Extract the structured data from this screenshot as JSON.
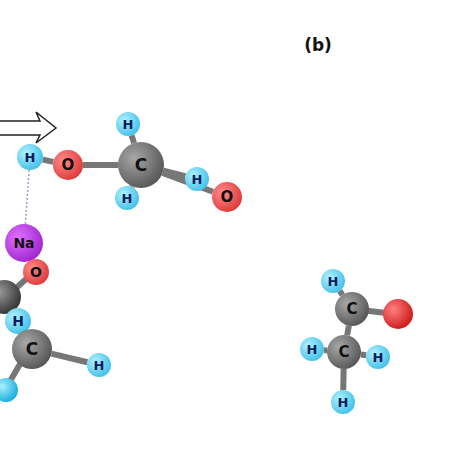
{
  "diagram": {
    "nodes": [
      {
        "text": [
          "H"
        ]
      },
      {
        "text": [
          "O"
        ]
      },
      {
        "text": [
          "C"
        ]
      },
      {
        "text": [
          "H"
        ]
      },
      {
        "text": [
          "H"
        ]
      },
      {
        "text": [
          "H"
        ]
      },
      {
        "text": [
          "O"
        ]
      },
      {
        "text": [
          "Na"
        ]
      },
      {
        "text": [
          "O"
        ]
      },
      {
        "text": [
          "H"
        ]
      },
      {
        "text": [
          "C"
        ]
      },
      {
        "text": [
          "H"
        ]
      },
      {
        "text": [
          "H"
        ]
      },
      {
        "text": [
          "C"
        ]
      },
      {
        "text": [
          "C"
        ]
      },
      {
        "text": [
          "H"
        ]
      },
      {
        "text": [
          "H"
        ]
      },
      {
        "text": [
          "H"
        ]
      }
    ],
    "edges": [
      {
        "from": 0,
        "to": 1,
        "arrow": "none"
      },
      {
        "from": 1,
        "to": 2,
        "arrow": "none"
      },
      {
        "from": 2,
        "to": 3,
        "arrow": "none"
      },
      {
        "from": 2,
        "to": 4,
        "arrow": "none"
      },
      {
        "from": 2,
        "to": 5,
        "arrow": "none"
      },
      {
        "from": 2,
        "to": 6,
        "arrow": "none"
      },
      {
        "from": 0,
        "to": 7,
        "arrow": "none"
      },
      {
        "from": 7,
        "to": 8,
        "arrow": "none"
      },
      {
        "from": 9,
        "to": 10,
        "arrow": "none"
      },
      {
        "from": 10,
        "to": 11,
        "arrow": "none"
      },
      {
        "from": 12,
        "to": 13,
        "arrow": "none"
      },
      {
        "from": 13,
        "to": 14,
        "arrow": "none"
      },
      {
        "from": 14,
        "to": 15,
        "arrow": "none"
      },
      {
        "from": 14,
        "to": 16,
        "arrow": "none"
      },
      {
        "from": 14,
        "to": 17,
        "arrow": "none"
      }
    ],
    "labels": [
      "(b)"
    ]
  }
}
